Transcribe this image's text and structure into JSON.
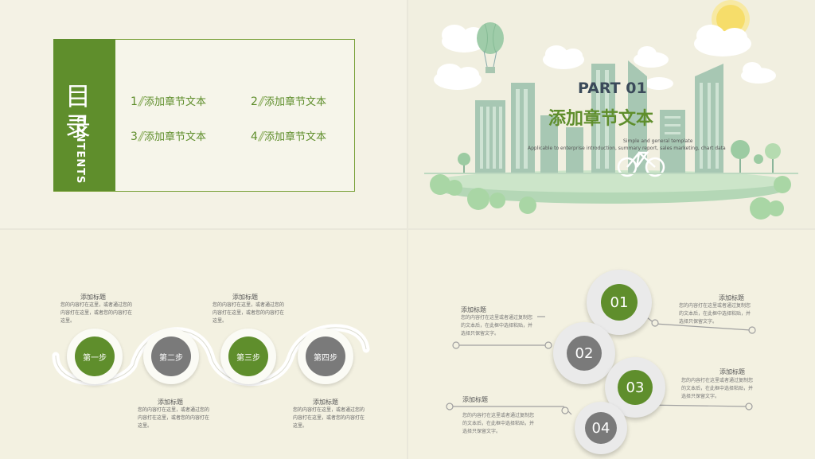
{
  "slide1": {
    "title": "目录",
    "title_en": "CONTENTS",
    "items": [
      {
        "num": "1",
        "label": "添加章节文本"
      },
      {
        "num": "2",
        "label": "添加章节文本"
      },
      {
        "num": "3",
        "label": "添加章节文本"
      },
      {
        "num": "4",
        "label": "添加章节文本"
      }
    ]
  },
  "slide2": {
    "part": "PART 01",
    "title": "添加章节文本",
    "subtitle_1": "Simple and general template",
    "subtitle_2": "Applicable to enterprise introduction, summary report, sales marketing, chart data"
  },
  "slide3": {
    "steps": [
      "第一步",
      "第二步",
      "第三步",
      "第四步"
    ],
    "blocks": [
      {
        "title": "添加标题",
        "body": "您的内容打在这里，或者通过您的内容打在这里，或者您的内容打在这里。"
      },
      {
        "title": "添加标题",
        "body": "您的内容打在这里，或者通过您的内容打在这里，或者您的内容打在这里。"
      },
      {
        "title": "添加标题",
        "body": "您的内容打在这里，或者通过您的内容打在这里，或者您的内容打在这里。"
      },
      {
        "title": "添加标题",
        "body": "您的内容打在这里，或者通过您的内容打在这里，或者您的内容打在这里。"
      }
    ],
    "colors": {
      "green": "#5f8e2c",
      "gray": "#7a7a7a"
    }
  },
  "slide4": {
    "numbers": [
      "01",
      "02",
      "03",
      "04"
    ],
    "blocks": [
      {
        "title": "添加标题",
        "body": "您的内容打在这里或者通过复制您的文本后，在此框中选择粘贴，并选择只保留文字。"
      },
      {
        "title": "添加标题",
        "body": "您的内容打在这里或者通过复制您的文本后，在此框中选择粘贴，并选择只保留文字。"
      },
      {
        "title": "添加标题",
        "body": "您的内容打在这里或者通过复制您的文本后，在此框中选择粘贴，并选择只保留文字。"
      },
      {
        "title": "添加标题",
        "body": "您的内容打在这里或者通过复制您的文本后，在此框中选择粘贴，并选择只保留文字。"
      }
    ]
  }
}
